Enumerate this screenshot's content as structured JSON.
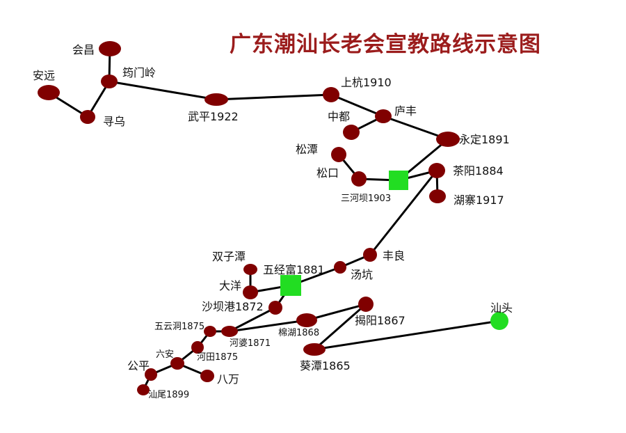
{
  "title": "广东潮汕长老会宣教路线示意图",
  "colors": {
    "title": "#9b1c1c",
    "node": "#800000",
    "hub": "#22dd22",
    "line": "#000000"
  },
  "nodes": [
    {
      "id": "huichang",
      "label": "会昌",
      "shape": "ellipse"
    },
    {
      "id": "junmenling",
      "label": "筠门岭",
      "shape": "ellipse"
    },
    {
      "id": "anyuan",
      "label": "安远",
      "shape": "ellipse"
    },
    {
      "id": "xunwu",
      "label": "寻乌",
      "shape": "ellipse"
    },
    {
      "id": "wuping",
      "label": "武平1922",
      "shape": "ellipse"
    },
    {
      "id": "shanghang",
      "label": "上杭1910",
      "shape": "ellipse"
    },
    {
      "id": "zhongdu",
      "label": "中都",
      "shape": "ellipse"
    },
    {
      "id": "lufeng",
      "label": "庐丰",
      "shape": "ellipse"
    },
    {
      "id": "yongding",
      "label": "永定1891",
      "shape": "ellipse"
    },
    {
      "id": "songtan",
      "label": "松潭",
      "shape": "ellipse"
    },
    {
      "id": "songkou",
      "label": "松口",
      "shape": "ellipse"
    },
    {
      "id": "sanheba",
      "label": "三河坝1903",
      "shape": "square"
    },
    {
      "id": "chayang",
      "label": "茶阳1884",
      "shape": "ellipse"
    },
    {
      "id": "huzhai",
      "label": "湖寨1917",
      "shape": "ellipse"
    },
    {
      "id": "fengliang",
      "label": "丰良",
      "shape": "ellipse"
    },
    {
      "id": "tangkeng",
      "label": "汤坑",
      "shape": "ellipse"
    },
    {
      "id": "wujingfu",
      "label": "五经富1881",
      "shape": "square"
    },
    {
      "id": "shuangzitan",
      "label": "双子潭",
      "shape": "ellipse"
    },
    {
      "id": "dayang",
      "label": "大洋",
      "shape": "ellipse"
    },
    {
      "id": "shabagang",
      "label": "沙坝港1872",
      "shape": "ellipse"
    },
    {
      "id": "wuyundong",
      "label": "五云洞1875",
      "shape": "ellipse"
    },
    {
      "id": "hepo",
      "label": "河婆1871",
      "shape": "ellipse"
    },
    {
      "id": "mianhu",
      "label": "棉湖1868",
      "shape": "ellipse"
    },
    {
      "id": "jieyang",
      "label": "揭阳1867",
      "shape": "ellipse"
    },
    {
      "id": "kuitan",
      "label": "葵潭1865",
      "shape": "ellipse"
    },
    {
      "id": "shantou",
      "label": "汕头",
      "shape": "circle"
    },
    {
      "id": "hetian",
      "label": "河田1875",
      "shape": "ellipse"
    },
    {
      "id": "liuan",
      "label": "六安",
      "shape": "ellipse"
    },
    {
      "id": "bawan",
      "label": "八万",
      "shape": "ellipse"
    },
    {
      "id": "gongping",
      "label": "公平",
      "shape": "ellipse"
    },
    {
      "id": "shanwei",
      "label": "汕尾1899",
      "shape": "ellipse"
    }
  ],
  "edges": [
    [
      "huichang",
      "junmenling"
    ],
    [
      "anyuan",
      "xunwu"
    ],
    [
      "xunwu",
      "junmenling"
    ],
    [
      "junmenling",
      "wuping"
    ],
    [
      "wuping",
      "shanghang"
    ],
    [
      "shanghang",
      "lufeng"
    ],
    [
      "zhongdu",
      "lufeng"
    ],
    [
      "lufeng",
      "yongding"
    ],
    [
      "yongding",
      "sanheba"
    ],
    [
      "songtan",
      "songkou"
    ],
    [
      "songkou",
      "sanheba"
    ],
    [
      "sanheba",
      "chayang"
    ],
    [
      "chayang",
      "huzhai"
    ],
    [
      "chayang",
      "fengliang"
    ],
    [
      "fengliang",
      "tangkeng"
    ],
    [
      "tangkeng",
      "wujingfu"
    ],
    [
      "wujingfu",
      "dayang"
    ],
    [
      "dayang",
      "shuangzitan"
    ],
    [
      "wujingfu",
      "shabagang"
    ],
    [
      "shabagang",
      "hepo"
    ],
    [
      "hepo",
      "wuyundong"
    ],
    [
      "wuyundong",
      "hetian"
    ],
    [
      "hetian",
      "liuan"
    ],
    [
      "liuan",
      "gongping"
    ],
    [
      "gongping",
      "shanwei"
    ],
    [
      "liuan",
      "bawan"
    ],
    [
      "hepo",
      "mianhu"
    ],
    [
      "mianhu",
      "jieyang"
    ],
    [
      "jieyang",
      "kuitan"
    ],
    [
      "kuitan",
      "shantou"
    ]
  ]
}
